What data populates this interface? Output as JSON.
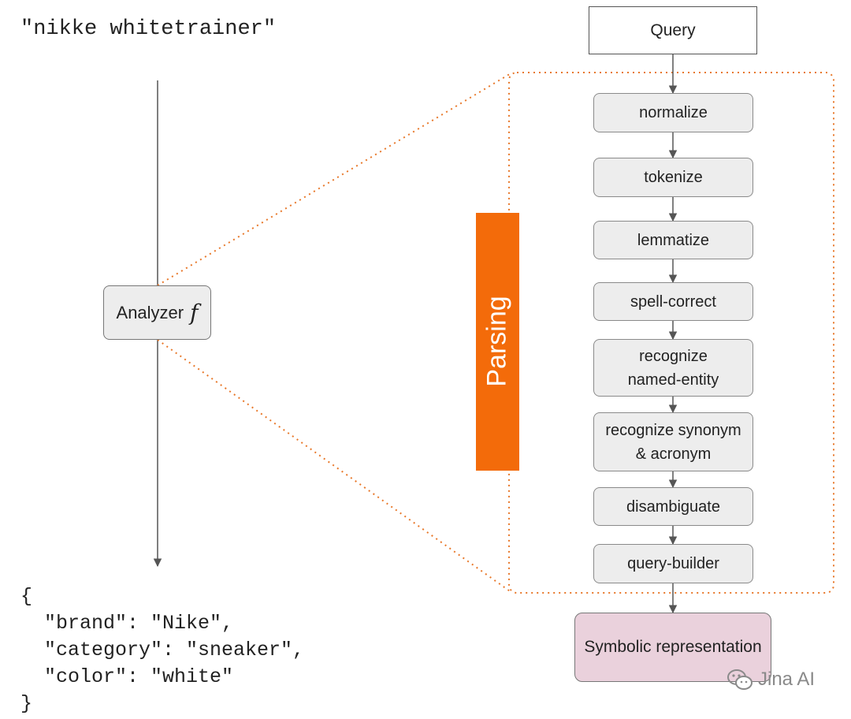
{
  "input": {
    "query": "\"nikke whitetrainer\""
  },
  "analyzer": {
    "label": "Analyzer",
    "symbol": "f"
  },
  "pipeline": {
    "query_label": "Query",
    "group_label": "Parsing",
    "steps": [
      {
        "line1": "normalize"
      },
      {
        "line1": "tokenize"
      },
      {
        "line1": "lemmatize"
      },
      {
        "line1": "spell-correct"
      },
      {
        "line1": "recognize",
        "line2": "named-entity"
      },
      {
        "line1": "recognize synonym",
        "line2": "& acronym"
      },
      {
        "line1": "disambiguate"
      },
      {
        "line1": "query-builder"
      }
    ],
    "output_label": "Symbolic representation"
  },
  "output": {
    "line0": "{",
    "line1": "  \"brand\": \"Nike\",",
    "line2": "  \"category\": \"sneaker\",",
    "line3": "  \"color\": \"white\"",
    "line4": "}"
  },
  "watermark": {
    "text": "Jina AI",
    "icon": "wechat-icon"
  },
  "colors": {
    "parsing_accent": "#f36b0a",
    "dotted_frame": "#e8782a",
    "output_box": "#ead1dc",
    "step_box": "#ededed"
  }
}
